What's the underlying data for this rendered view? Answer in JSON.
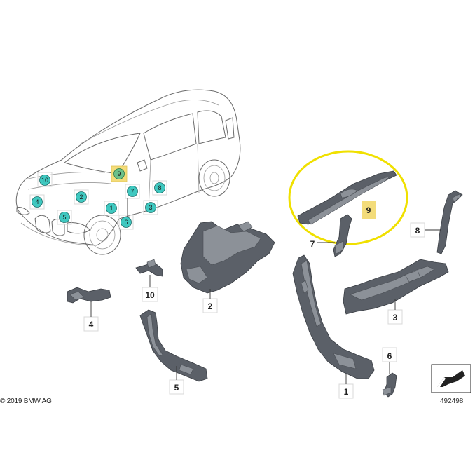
{
  "copyright": "© 2019 BMW AG",
  "diagram_number": "492498",
  "colors": {
    "badge_fill": "#3fc8c0",
    "highlight_box": "#f3dc7a",
    "highlight_ring": "#f0e000",
    "part_fill": "#5b6068"
  },
  "car_badges": [
    {
      "id": "10",
      "label": "10"
    },
    {
      "id": "2",
      "label": "2"
    },
    {
      "id": "4",
      "label": "4"
    },
    {
      "id": "5",
      "label": "5"
    },
    {
      "id": "1",
      "label": "1"
    },
    {
      "id": "6",
      "label": "6"
    },
    {
      "id": "7",
      "label": "7"
    },
    {
      "id": "8",
      "label": "8"
    },
    {
      "id": "3",
      "label": "3"
    },
    {
      "id": "9",
      "label": "9"
    }
  ],
  "part_labels": [
    {
      "id": "p9",
      "label": "9"
    },
    {
      "id": "p8",
      "label": "8"
    },
    {
      "id": "p7",
      "label": "7"
    },
    {
      "id": "p10",
      "label": "10"
    },
    {
      "id": "p2",
      "label": "2"
    },
    {
      "id": "p4",
      "label": "4"
    },
    {
      "id": "p3",
      "label": "3"
    },
    {
      "id": "p5",
      "label": "5"
    },
    {
      "id": "p6",
      "label": "6"
    },
    {
      "id": "p1",
      "label": "1"
    }
  ]
}
